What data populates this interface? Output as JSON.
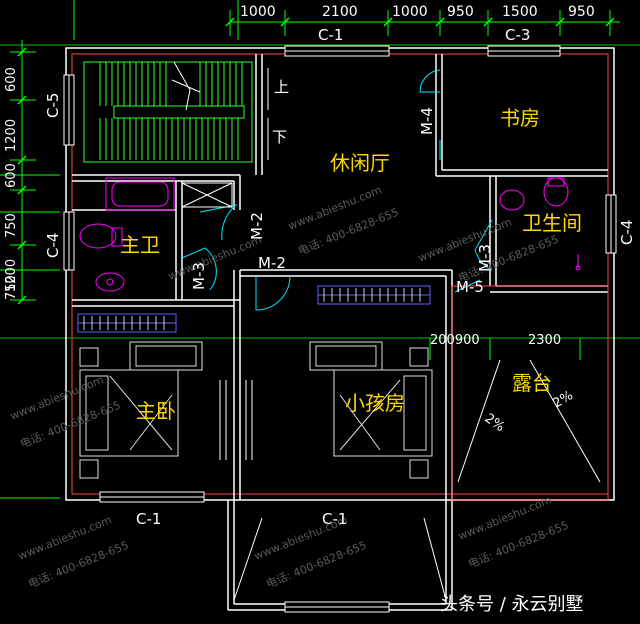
{
  "dims_top": [
    "1000",
    "2100",
    "1000",
    "950",
    "1500",
    "950"
  ],
  "dims_left": [
    "600",
    "1200",
    "600",
    "750",
    "1200",
    "750"
  ],
  "dims_mid": [
    "200900",
    "2300"
  ],
  "rooms": {
    "leisure_hall": "休闲厅",
    "study": "书房",
    "master_bath": "主卫",
    "bathroom": "卫生间",
    "master_bedroom": "主卧",
    "kids_room": "小孩房",
    "terrace": "露台"
  },
  "windows": {
    "c1_top": "C-1",
    "c3_top": "C-3",
    "c5": "C-5",
    "c4_left": "C-4",
    "c4_right": "C-4",
    "c1_bottom_left": "C-1",
    "c1_bottom_mid": "C-1"
  },
  "doors": {
    "m4": "M-4",
    "m2_a": "M-2",
    "m2_b": "M-2",
    "m3_left": "M-3",
    "m3_right": "M-3",
    "m5": "M-5"
  },
  "stair": {
    "up": "上",
    "down": "下"
  },
  "slopes": {
    "left": "2%",
    "right": "2%"
  },
  "watermarks": [
    "www.abieshu.com",
    "电话: 400-6828-655"
  ],
  "footer": "头条号 / 永云别墅",
  "colors": {
    "background": "#000000",
    "wall": "#ffffff",
    "wall_accent": "#ff4444",
    "room_label": "#ffd700",
    "annotation": "#ffffff",
    "dimension": "#00ff00",
    "fixture": "#ff00ff",
    "door": "#00e5ff",
    "hatch": "#33ff33",
    "furniture": "#dddddd"
  }
}
